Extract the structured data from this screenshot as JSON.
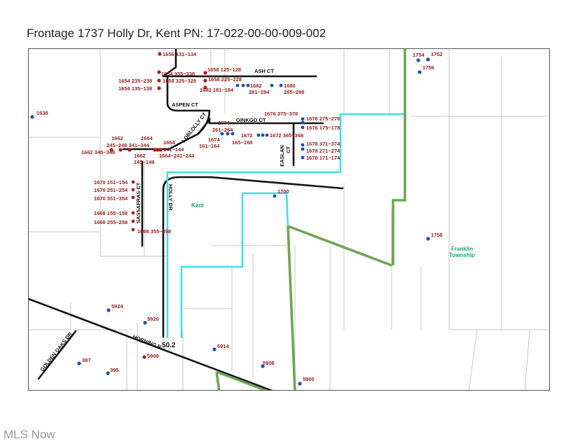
{
  "title": "Frontage 1737 Holly Dr, Kent PN: 17-022-00-00-009-002",
  "watermark": "MLS Now",
  "colors": {
    "parcel_line": "#c8c8c8",
    "road": "#111111",
    "kent_boundary": "#40e0e8",
    "township_boundary": "#6fa552",
    "address_dot_red": "#b51c1c",
    "address_dot_blue": "#1f4fa8",
    "address_label_red": "#9b1c1c",
    "area_label": "#14a37a"
  },
  "areas": {
    "kent": "Kent",
    "franklin_line1": "Franklin",
    "franklin_line2": "Township"
  },
  "streets": {
    "ash_ct": "ASH CT",
    "aspen_ct": "ASPEN CT",
    "loblolly_ct": "LOBLOLLY CT",
    "ginkgo_ct": "GINKGO CT",
    "easlan_ct_1": "EASLAN",
    "easlan_ct_2": "CT",
    "sassafras_ct": "SASSAFRAS CT",
    "holly_dr": "HOLLY DR",
    "horning_rd": "HORNING RD",
    "golden_oaks_dr": "GOLDEN OAKS DR"
  },
  "road_marker": "50.2",
  "labels": {
    "l1656": "1656 131~134",
    "l1654a": "1654 335~338",
    "l1654b": "1654 235~238",
    "l1654c": "1654 135~138",
    "l1658a": "1658 125~128",
    "l1658b": "1658 325~328",
    "l1658c": "1658 225~228",
    "l1682a": "1682",
    "l1682b": "1682 181~184",
    "l1682c": "281~284",
    "l1680a": "1680",
    "l1680b": "285~288",
    "l1638": "1638",
    "l1676a": "1676 375~378",
    "l1676b": "1676 275~278",
    "l1676c": "1676 175~178",
    "l1674a": "1674",
    "l1674b": "261~264",
    "l1674c": "1674",
    "l1674d": "161~164",
    "l1672a": "1672",
    "l1672b": "1672 365~368",
    "l1672c": "165~168",
    "l1662a": "1662",
    "l1662b": "245~248 341~344",
    "l1662c": "1662 345~348",
    "l1664a": "1664",
    "l1664b": "1664",
    "l1664c": "141~144",
    "l1664d": "1664~241~244",
    "l1662d": "1662",
    "l1662e": "145~148",
    "l1678a": "1678 371~374",
    "l1678b": "1678 271~274",
    "l1678c": "1678 171~174",
    "l1670a": "1670 151~154",
    "l1670b": "1670 251~254",
    "l1670c": "1670 351~354",
    "l1668a": "1668 155~158",
    "l1668b": "1668 255~258",
    "l1668c": "1668 355~358",
    "l1700": "1700",
    "l1754": "1754",
    "l1752": "1752",
    "l1756": "1756",
    "l1758": "1758",
    "l5924": "5924",
    "l5920": "5920",
    "l5909": "5909",
    "l5914": "5914",
    "l5908": "5908",
    "l5900": "5900",
    "l387": "387",
    "l395": "395"
  }
}
